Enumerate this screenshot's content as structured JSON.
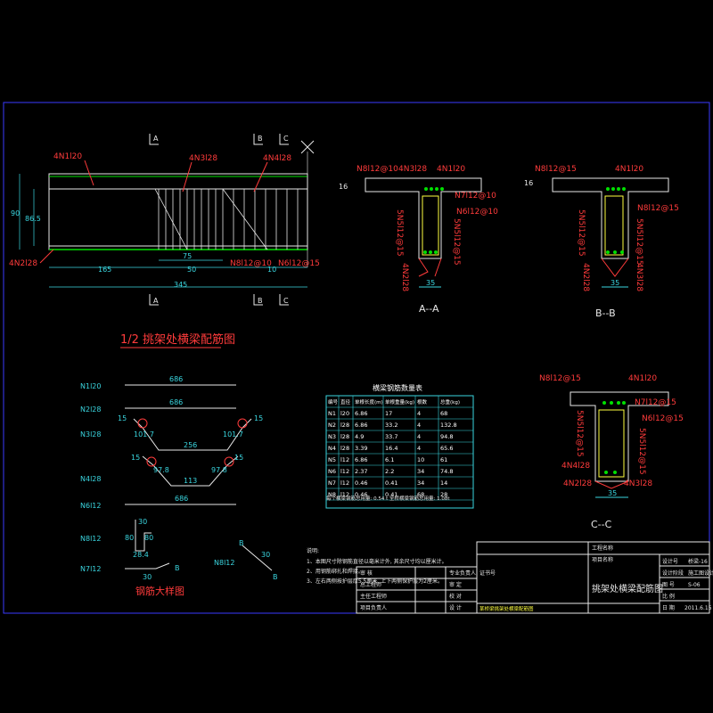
{
  "colors": {
    "background": "#000000",
    "frame": "#3a3aff",
    "concrete": "#e8e8e8",
    "rebar_label": "#ff3b3b",
    "dimension": "#3ad6e0",
    "rebar_dot": "#00e000",
    "stirrup": "#ffff40",
    "table_text": "#ffffff"
  },
  "elevation": {
    "section_markers": [
      "A",
      "B",
      "C"
    ],
    "labels": {
      "n1": "4N1l20",
      "n3": "4N3l28",
      "n4": "4N4l28",
      "n2": "4N2l28",
      "n8": "N8l12@10",
      "n6": "N6l12@15"
    },
    "dims": {
      "height_total": "90",
      "height_inner": "86.5",
      "seg1": "165",
      "seg2": "75",
      "seg3": "50",
      "seg4": "10",
      "total": "345"
    }
  },
  "title_half_elevation": "1/2 挑架处横梁配筋图",
  "sections": [
    {
      "id": "A",
      "caption": "A--A",
      "slab_thk": "16",
      "labels": [
        "N8l12@10",
        "4N3l28",
        "4N1l20",
        "N7l12@10",
        "N6l12@10",
        "5N5l12@15",
        "5N5l12@15",
        "4N2l28"
      ],
      "width": "35"
    },
    {
      "id": "B",
      "caption": "B--B",
      "slab_thk": "16",
      "labels": [
        "N8l12@15",
        "4N1l20",
        "N8l12@15",
        "5N5l12@15",
        "5N5l12@15",
        "4N2l28",
        "4N3l28"
      ],
      "width": "35"
    },
    {
      "id": "C",
      "caption": "C--C",
      "labels": [
        "N8l12@15",
        "4N1l20",
        "N7l12@15",
        "N6l12@15",
        "5N5l12@15",
        "5N5l12@15",
        "4N4l28",
        "4N2l28",
        "4N3l28"
      ],
      "width": "35"
    }
  ],
  "rebar_detail": {
    "title": "钢筋大样图",
    "items": [
      {
        "name": "N1l20",
        "length": "686"
      },
      {
        "name": "N2l28",
        "length": "686"
      },
      {
        "name": "N3l28",
        "hook": "15",
        "slope": "101.7",
        "bottom": "256"
      },
      {
        "name": "N4l28",
        "hook": "15",
        "slope": "97.8",
        "bottom": "113"
      },
      {
        "name": "N6l12",
        "length": "686"
      },
      {
        "name": "N8l12",
        "a": "30",
        "b": "80",
        "c": "80",
        "d": "28.4"
      },
      {
        "name": "N7l12",
        "a": "30",
        "b": "B"
      },
      {
        "name": "N8l12",
        "a": "30",
        "b": "B"
      }
    ]
  },
  "table": {
    "title": "横梁钢筋数量表",
    "headers": [
      "编号",
      "直径",
      "单根长度(m)",
      "单根重量(kg)",
      "根数",
      "总重(kg)"
    ],
    "rows": [
      [
        "N1",
        "l20",
        "6.86",
        "17",
        "4",
        "68"
      ],
      [
        "N2",
        "l28",
        "6.86",
        "33.2",
        "4",
        "132.8"
      ],
      [
        "N3",
        "l28",
        "4.9",
        "33.7",
        "4",
        "94.8"
      ],
      [
        "N4",
        "l28",
        "3.39",
        "16.4",
        "4",
        "65.6"
      ],
      [
        "N5",
        "l12",
        "6.86",
        "6.1",
        "10",
        "61"
      ],
      [
        "N6",
        "l12",
        "2.37",
        "2.2",
        "34",
        "74.8"
      ],
      [
        "N7",
        "l12",
        "0.46",
        "0.41",
        "34",
        "14"
      ],
      [
        "N8",
        "l12",
        "0.46",
        "0.41",
        "68",
        "28"
      ]
    ],
    "footer": "每个横梁钢筋总用量: 0.54 t  全桥横梁钢筋总用量: 1.08t"
  },
  "notes": {
    "heading": "说明:",
    "lines": [
      "1、本图尺寸除钢筋直径以毫米计外, 其余尺寸均以厘米计。",
      "2、用钢筋绑扎和焊接。",
      "3、左右两侧按护层厚5.5厘米, 上下两侧保护层为2厘米。"
    ]
  },
  "title_block": {
    "project_label": "工程名称",
    "item_label": "项目名称",
    "drawing_title": "挑架处横梁配筋图",
    "subtitle": "某桥梁挑架处横梁配筋图",
    "rows_left": [
      "证书号",
      "审  核",
      "总工程师",
      "主任工程师",
      "项目负责人"
    ],
    "rows_mid": [
      "专业负责人",
      "审  定",
      "校  对",
      "设  计"
    ],
    "rows_right": [
      {
        "label": "设计号",
        "value": "桥梁-16"
      },
      {
        "label": "设计阶段",
        "value": "施工图设计"
      },
      {
        "label": "图  号",
        "value": "S-06"
      },
      {
        "label": "比  例",
        "value": ""
      },
      {
        "label": "日  期",
        "value": "2011.6.15"
      }
    ]
  }
}
